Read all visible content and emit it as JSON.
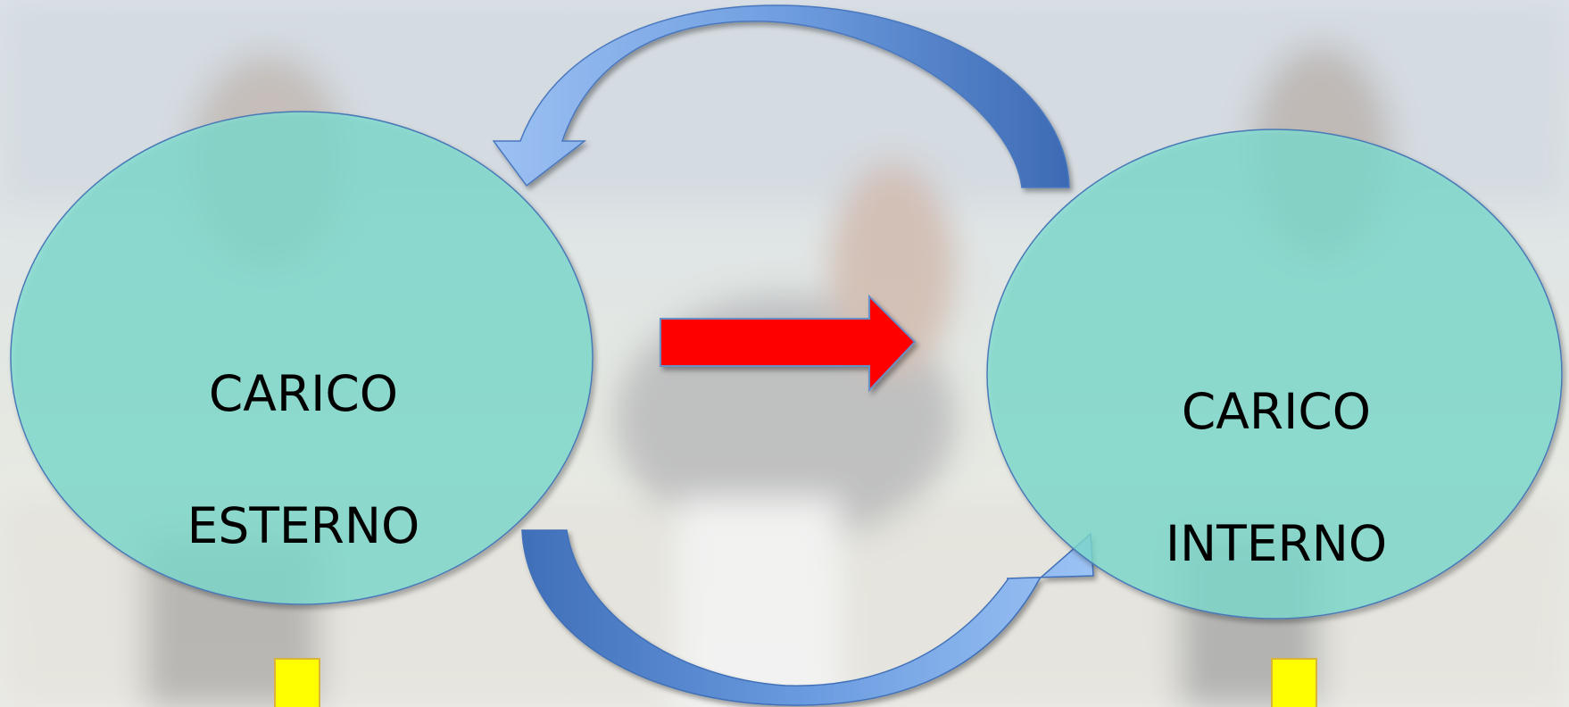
{
  "diagram": {
    "external_load": {
      "line1": "CARICO",
      "line2": "ESTERNO"
    },
    "internal_load": {
      "line1": "CARICO",
      "line2": "INTERNO"
    }
  },
  "colors": {
    "ellipse_fill": "#7fdccf",
    "ellipse_stroke": "#4a7ab8",
    "cycle_arrow_light": "#8fb6ee",
    "cycle_arrow_dark": "#3f6fb8",
    "center_arrow_fill": "#ff0000",
    "marker_fill": "#ffff00"
  }
}
